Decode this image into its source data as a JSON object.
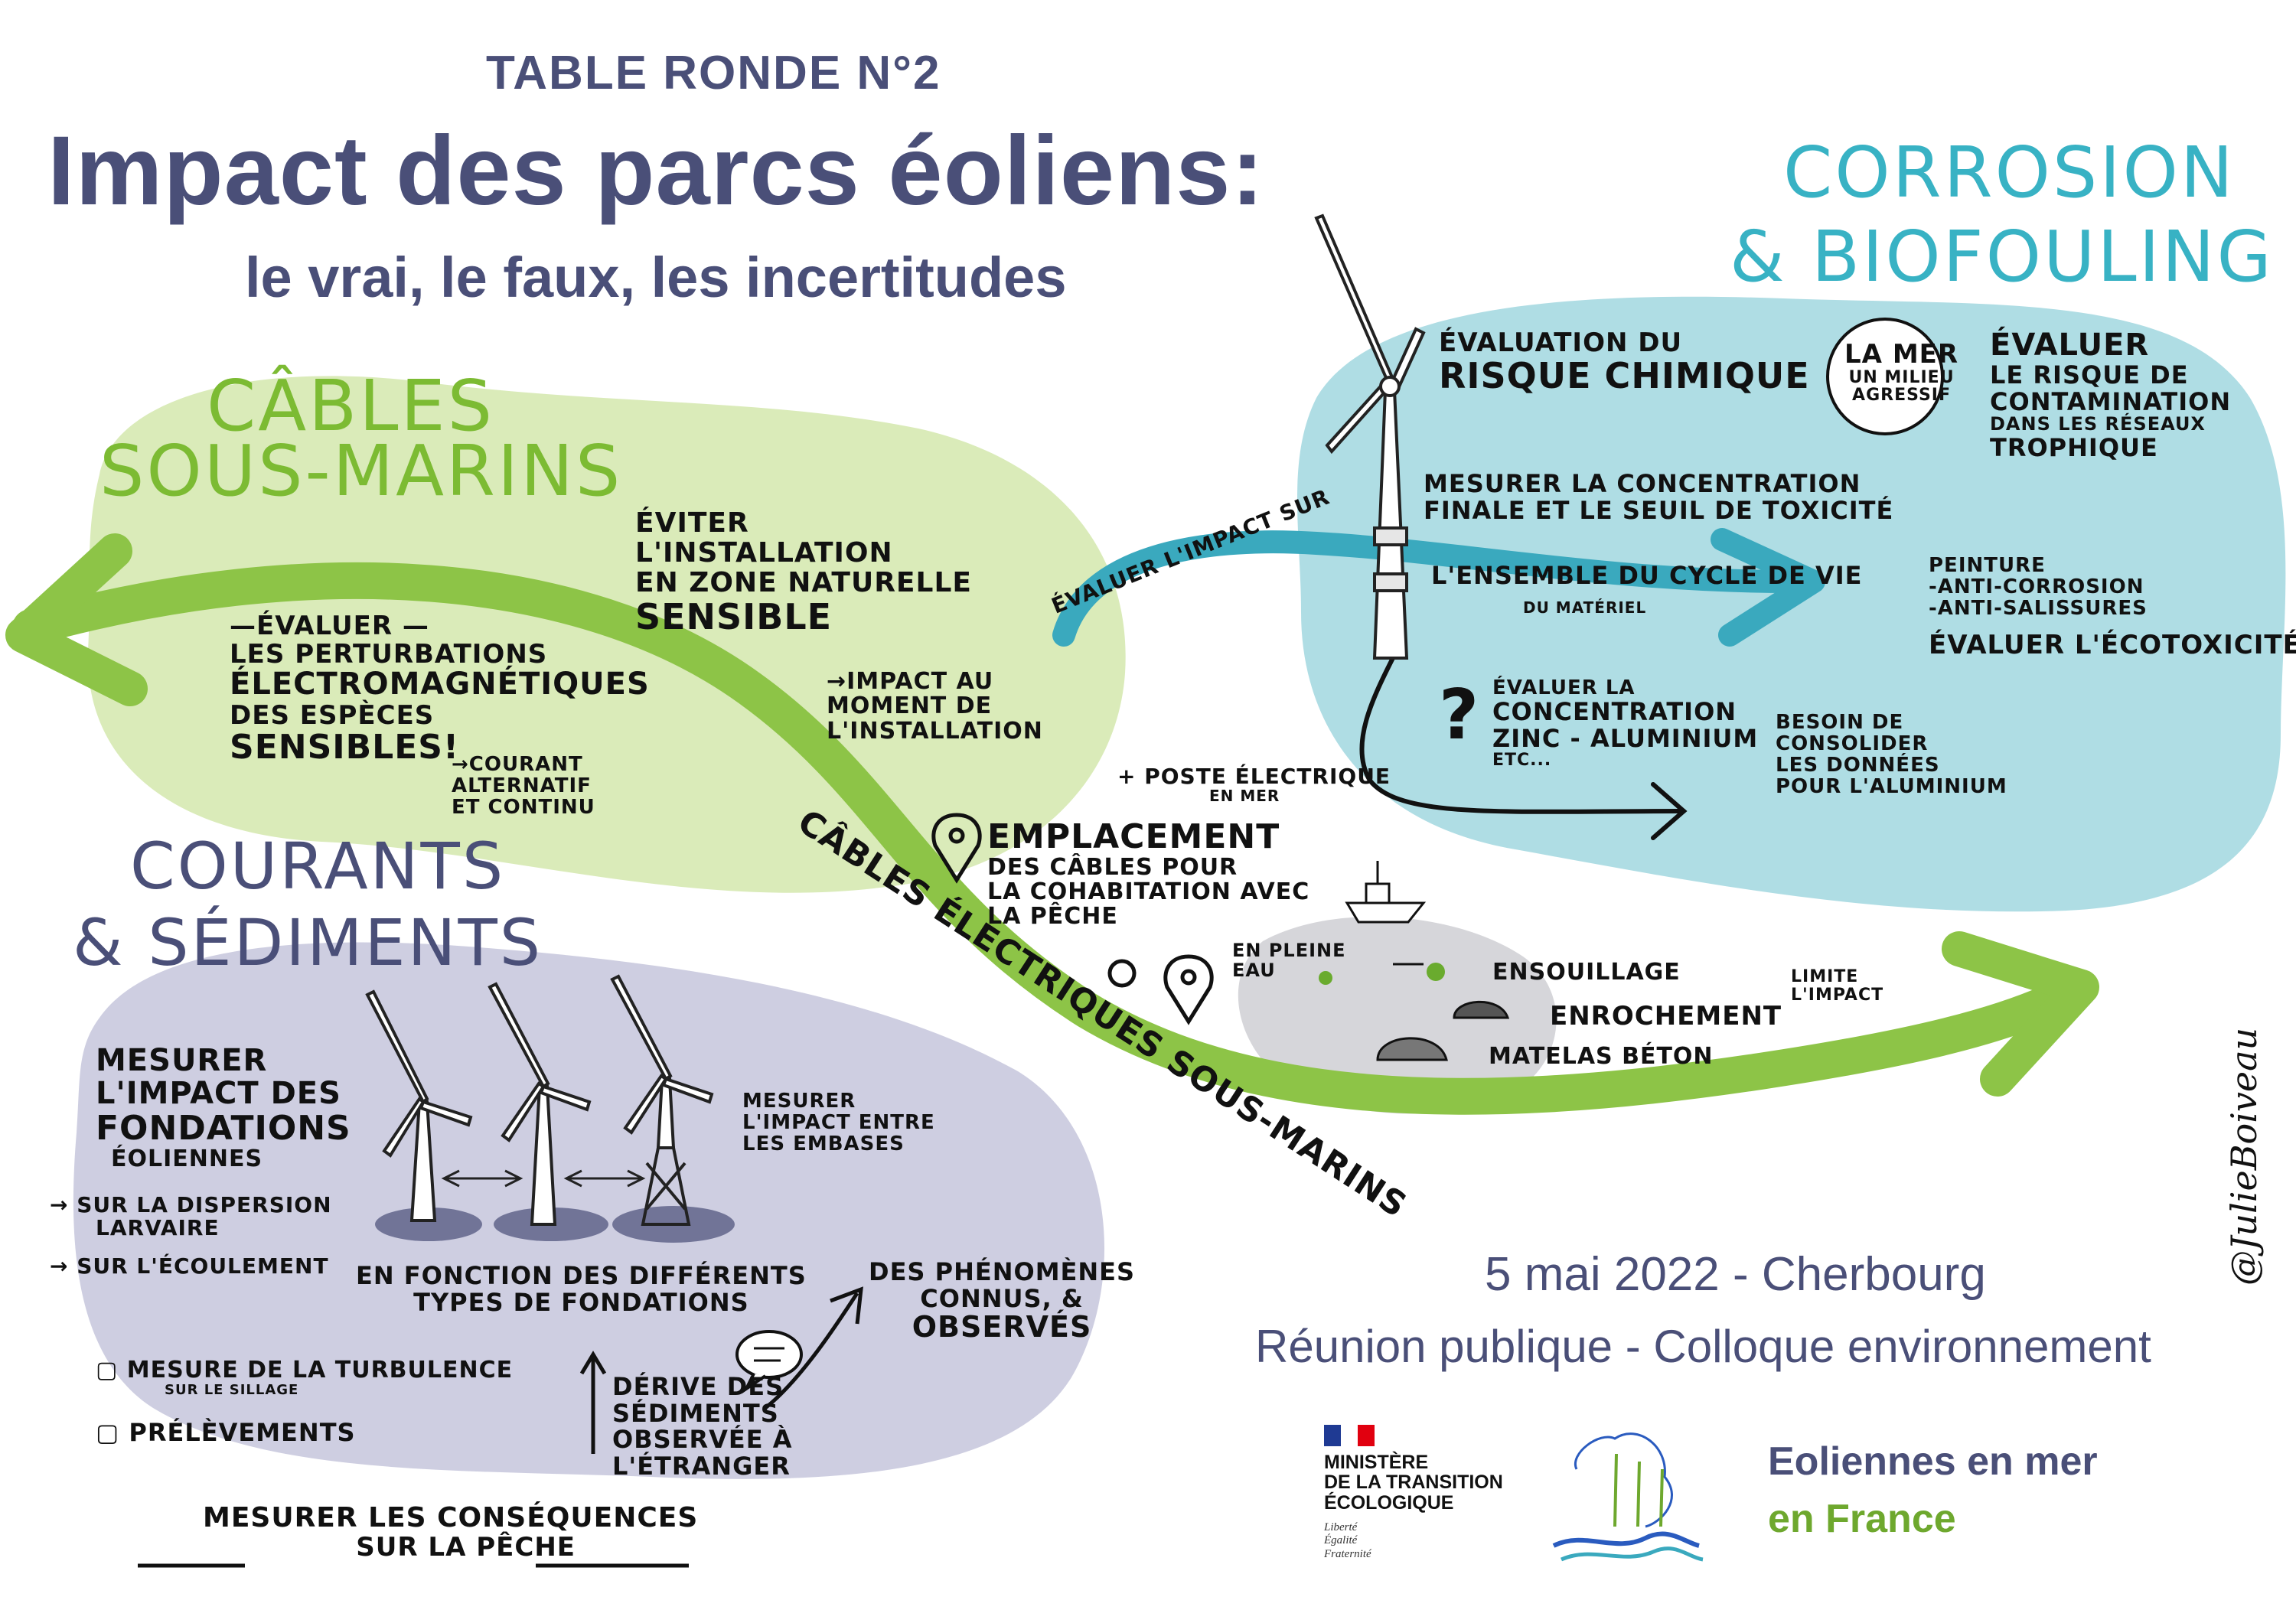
{
  "title": {
    "tag": "TABLE RONDE N°2",
    "main": "Impact des parcs éoliens:",
    "sub": "le vrai, le faux, les incertitudes"
  },
  "sections": {
    "cables": {
      "line1": "CÂBLES",
      "line2": "SOUS-MARINS"
    },
    "corrosion": {
      "line1": "CORROSION",
      "line2": "& BIOFOULING"
    },
    "courants": {
      "line1": "COURANTS",
      "line2": "& SÉDIMENTS"
    }
  },
  "cables_notes": {
    "perturbations": [
      "—ÉVALUER —",
      "LES PERTURBATIONS",
      "ÉLECTROMAGNÉTIQUES",
      "DES ESPÈCES",
      "SENSIBLES!"
    ],
    "courant": [
      "→COURANT",
      "ALTERNATIF",
      "ET CONTINU"
    ],
    "eviter": [
      "ÉVITER",
      "L'INSTALLATION",
      "EN ZONE NATURELLE",
      "SENSIBLE"
    ],
    "impact_moment": [
      "→IMPACT AU",
      "MOMENT DE",
      "L'INSTALLATION"
    ],
    "arrow_label": "CÂBLES ÉLECTRIQUES SOUS-MARINS",
    "poste": [
      "+ POSTE ÉLECTRIQUE",
      "EN MER"
    ],
    "emplacement": [
      "EMPLACEMENT",
      "DES CÂBLES POUR",
      "LA COHABITATION AVEC",
      "LA PÊCHE"
    ],
    "pleine_eau": [
      "EN PLEINE",
      "EAU"
    ],
    "ensouillage": "ENSOUILLAGE",
    "enrochement": "ENROCHEMENT",
    "matelas": "MATELAS BÉTON",
    "limite": [
      "LIMITE",
      "L'IMPACT"
    ]
  },
  "corrosion_notes": {
    "evaluation": [
      "ÉVALUATION DU",
      "RISQUE CHIMIQUE"
    ],
    "la_mer": [
      "LA MER",
      "UN MILIEU",
      "AGRESSIF"
    ],
    "evaluer_risque": [
      "ÉVALUER",
      "LE RISQUE DE",
      "CONTAMINATION",
      "DANS LES RÉSEAUX",
      "TROPHIQUE"
    ],
    "mesurer_conc": [
      "MESURER LA CONCENTRATION",
      "FINALE ET LE SEUIL DE TOXICITÉ"
    ],
    "evaluer_impact": "ÉVALUER L'IMPACT SUR",
    "cycle_vie": [
      "L'ENSEMBLE DU CYCLE DE VIE",
      "DU MATÉRIEL"
    ],
    "peinture": [
      "PEINTURE",
      "-ANTI-CORROSION",
      "-ANTI-SALISSURES"
    ],
    "ecotox": "ÉVALUER L'ÉCOTOXICITÉ",
    "evaluer_conc": [
      "ÉVALUER LA",
      "CONCENTRATION",
      "ZINC - ALUMINIUM",
      "ETC..."
    ],
    "besoin": [
      "BESOIN DE",
      "CONSOLIDER",
      "LES DONNÉES",
      "POUR L'ALUMINIUM"
    ]
  },
  "courants_notes": {
    "mesurer_fondations": [
      "MESURER",
      "L'IMPACT DES",
      "FONDATIONS",
      "ÉOLIENNES"
    ],
    "dispersion": [
      "→ SUR LA DISPERSION",
      "LARVAIRE"
    ],
    "ecoulement": "→ SUR L'ÉCOULEMENT",
    "embases": [
      "MESURER",
      "L'IMPACT ENTRE",
      "LES EMBASES"
    ],
    "fonction": [
      "EN FONCTION DES DIFFÉRENTS",
      "TYPES DE FONDATIONS"
    ],
    "phenomenes": [
      "DES PHÉNOMÈNES",
      "CONNUS, &",
      "OBSERVÉS"
    ],
    "turbulence": [
      "▢ MESURE DE LA TURBULENCE",
      "SUR LE SILLAGE"
    ],
    "prelevements": "▢ PRÉLÈVEMENTS",
    "derive": [
      "DÉRIVE DES",
      "SÉDIMENTS",
      "OBSERVÉE À",
      "L'ÉTRANGER"
    ],
    "peche": [
      "MESURER LES CONSÉQUENCES",
      "SUR LA PÊCHE"
    ]
  },
  "footer": {
    "date": "5 mai 2022 - Cherbourg",
    "event": "Réunion publique - Colloque environnement",
    "ministry": [
      "MINISTÈRE",
      "DE LA TRANSITION",
      "ÉCOLOGIQUE"
    ],
    "motto": [
      "Liberté",
      "Égalité",
      "Fraternité"
    ],
    "eoliennes": [
      "Eoliennes en mer",
      "en France"
    ]
  },
  "signature": "@JulieBoiveau",
  "colors": {
    "green_blob": "#d6e8b0",
    "blue_blob": "#a9dbe2",
    "purple_blob": "#c7c8de",
    "green_arrow": "#8dc447",
    "blue_arrow": "#3aa9be",
    "title": "#4a4f78",
    "green_title": "#7cbb33",
    "blue_title": "#38b2c4"
  }
}
